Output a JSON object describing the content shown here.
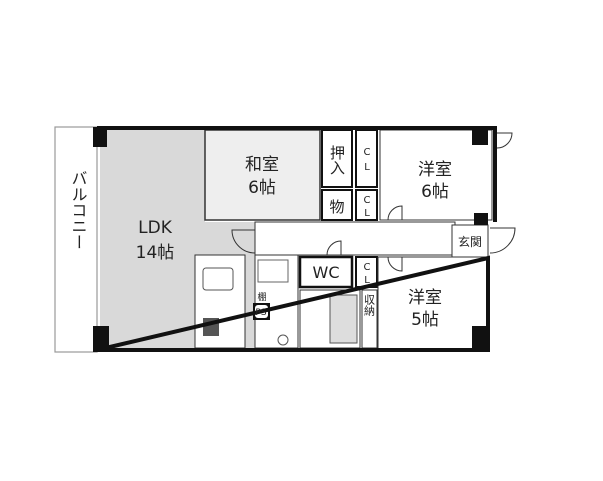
{
  "plan": {
    "balcony": "バルコニー",
    "ldk": {
      "name": "LDK",
      "size": "14帖"
    },
    "washitsu": {
      "name": "和室",
      "size": "6帖"
    },
    "oshiire": "押入",
    "mono": "物",
    "cl1": {
      "c": "C",
      "l": "L"
    },
    "cl2": {
      "c": "C",
      "l": "L"
    },
    "cl3": {
      "c": "C",
      "l": "L"
    },
    "youshitsu1": {
      "name": "洋室",
      "size": "6帖"
    },
    "genkan": "玄関",
    "wc": "WC",
    "youshitsu2": {
      "name": "洋室",
      "size": "5帖"
    },
    "shuunou": "収納",
    "tana": "棚",
    "ps": "PS"
  },
  "colors": {
    "wall": "#111111",
    "ldk_floor": "#d9d9d9",
    "washitsu_floor": "#eeeeee"
  }
}
